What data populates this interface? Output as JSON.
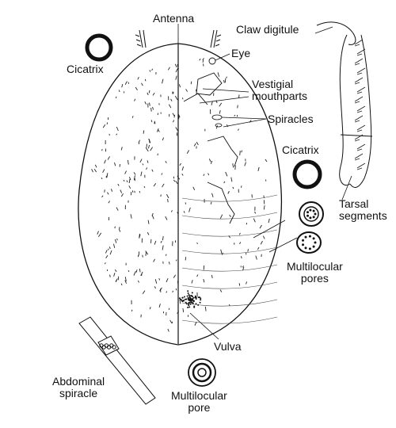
{
  "labels": {
    "antenna": "Antenna",
    "eye": "Eye",
    "claw_digitule": "Claw digitule",
    "cicatrix_left": "Cicatrix",
    "vestigial_mouthparts": [
      "Vestigial",
      "mouthparts"
    ],
    "spiracles": "Spiracles",
    "cicatrix_right": "Cicatrix",
    "tarsal_segments": [
      "Tarsal",
      "segments"
    ],
    "multilocular_pores": [
      "Multilocular",
      "pores"
    ],
    "vulva": "Vulva",
    "abdominal_spiracle": [
      "Abdominal",
      "spiracle"
    ],
    "multilocular_pore": [
      "Multilocular",
      "pore"
    ]
  },
  "colors": {
    "ink": "#111111",
    "background": "#ffffff"
  }
}
